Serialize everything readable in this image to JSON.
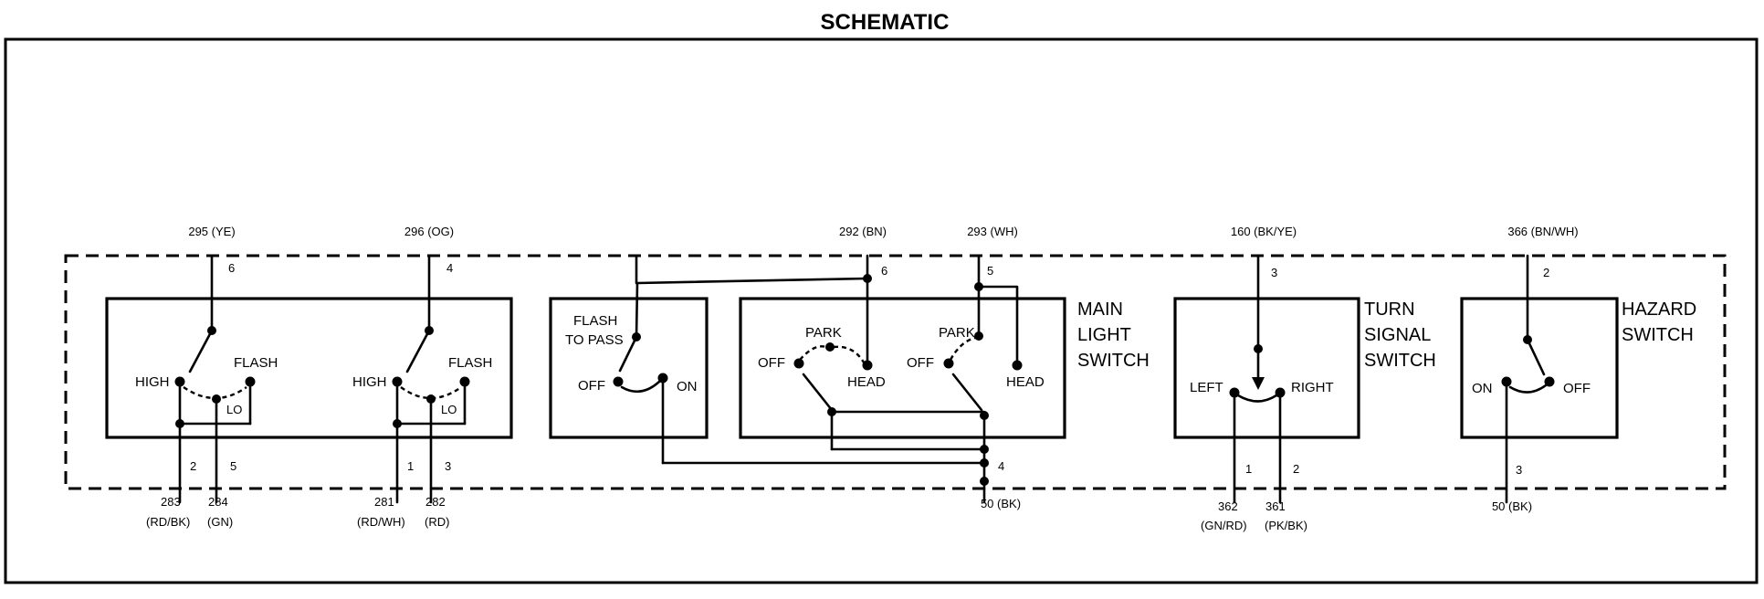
{
  "title": "SCHEMATIC",
  "switch_names": {
    "main_light": [
      "MAIN",
      "LIGHT",
      "SWITCH"
    ],
    "turn_signal": [
      "TURN",
      "SIGNAL",
      "SWITCH"
    ],
    "hazard": [
      "HAZARD",
      "SWITCH"
    ]
  },
  "contact_labels": {
    "high": "HIGH",
    "flash": "FLASH",
    "lo": "LO",
    "flash_to_pass": [
      "FLASH",
      "TO PASS"
    ],
    "off": "OFF",
    "on": "ON",
    "park": "PARK",
    "head": "HEAD",
    "left": "LEFT",
    "right": "RIGHT"
  },
  "top_wires": [
    {
      "circuit": "295 (YE)",
      "pin": "6"
    },
    {
      "circuit": "296 (OG)",
      "pin": "4"
    },
    {
      "circuit": "292 (BN)",
      "pin": "6"
    },
    {
      "circuit": "293 (WH)",
      "pin": "5"
    },
    {
      "circuit": "160 (BK/YE)",
      "pin": "3"
    },
    {
      "circuit": "366 (BN/WH)",
      "pin": "2"
    }
  ],
  "bottom_wires": [
    {
      "circuit": "283",
      "color": "(RD/BK)",
      "pin": "2"
    },
    {
      "circuit": "284",
      "color": "(GN)",
      "pin": "5"
    },
    {
      "circuit": "281",
      "color": "(RD/WH)",
      "pin": "1"
    },
    {
      "circuit": "282",
      "color": "(RD)",
      "pin": "3"
    },
    {
      "circuit": "50 (BK)",
      "pin": "4"
    },
    {
      "circuit": "362",
      "color": "(GN/RD)",
      "pin": "1"
    },
    {
      "circuit": "361",
      "color": "(PK/BK)",
      "pin": "2"
    },
    {
      "circuit": "50 (BK)",
      "pin": "3"
    }
  ]
}
